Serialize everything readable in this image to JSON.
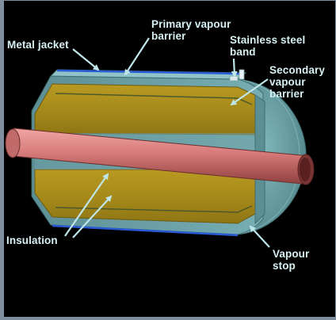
{
  "labels": {
    "metal_jacket": "Metal jacket",
    "primary_vapour_barrier_line1": "Primary vapour",
    "primary_vapour_barrier_line2": "barrier",
    "stainless_steel_band_line1": "Stainless steel",
    "stainless_steel_band_line2": "band",
    "secondary_vapour_barrier_line1": "Secondary",
    "secondary_vapour_barrier_line2": "vapour",
    "secondary_vapour_barrier_line3": "barrier",
    "insulation": "Insulation",
    "vapour_stop_line1": "Vapour",
    "vapour_stop_line2": "stop"
  },
  "colors": {
    "background": "#000000",
    "border": "#7f8fa0",
    "label_text": "#d6f0f2",
    "arrow": "#bfe6ea",
    "jacket": "#6fa3a8",
    "insulation": "#a88c1c",
    "pipe": "#d67a78",
    "primary_barrier": "#2a5bd6"
  }
}
